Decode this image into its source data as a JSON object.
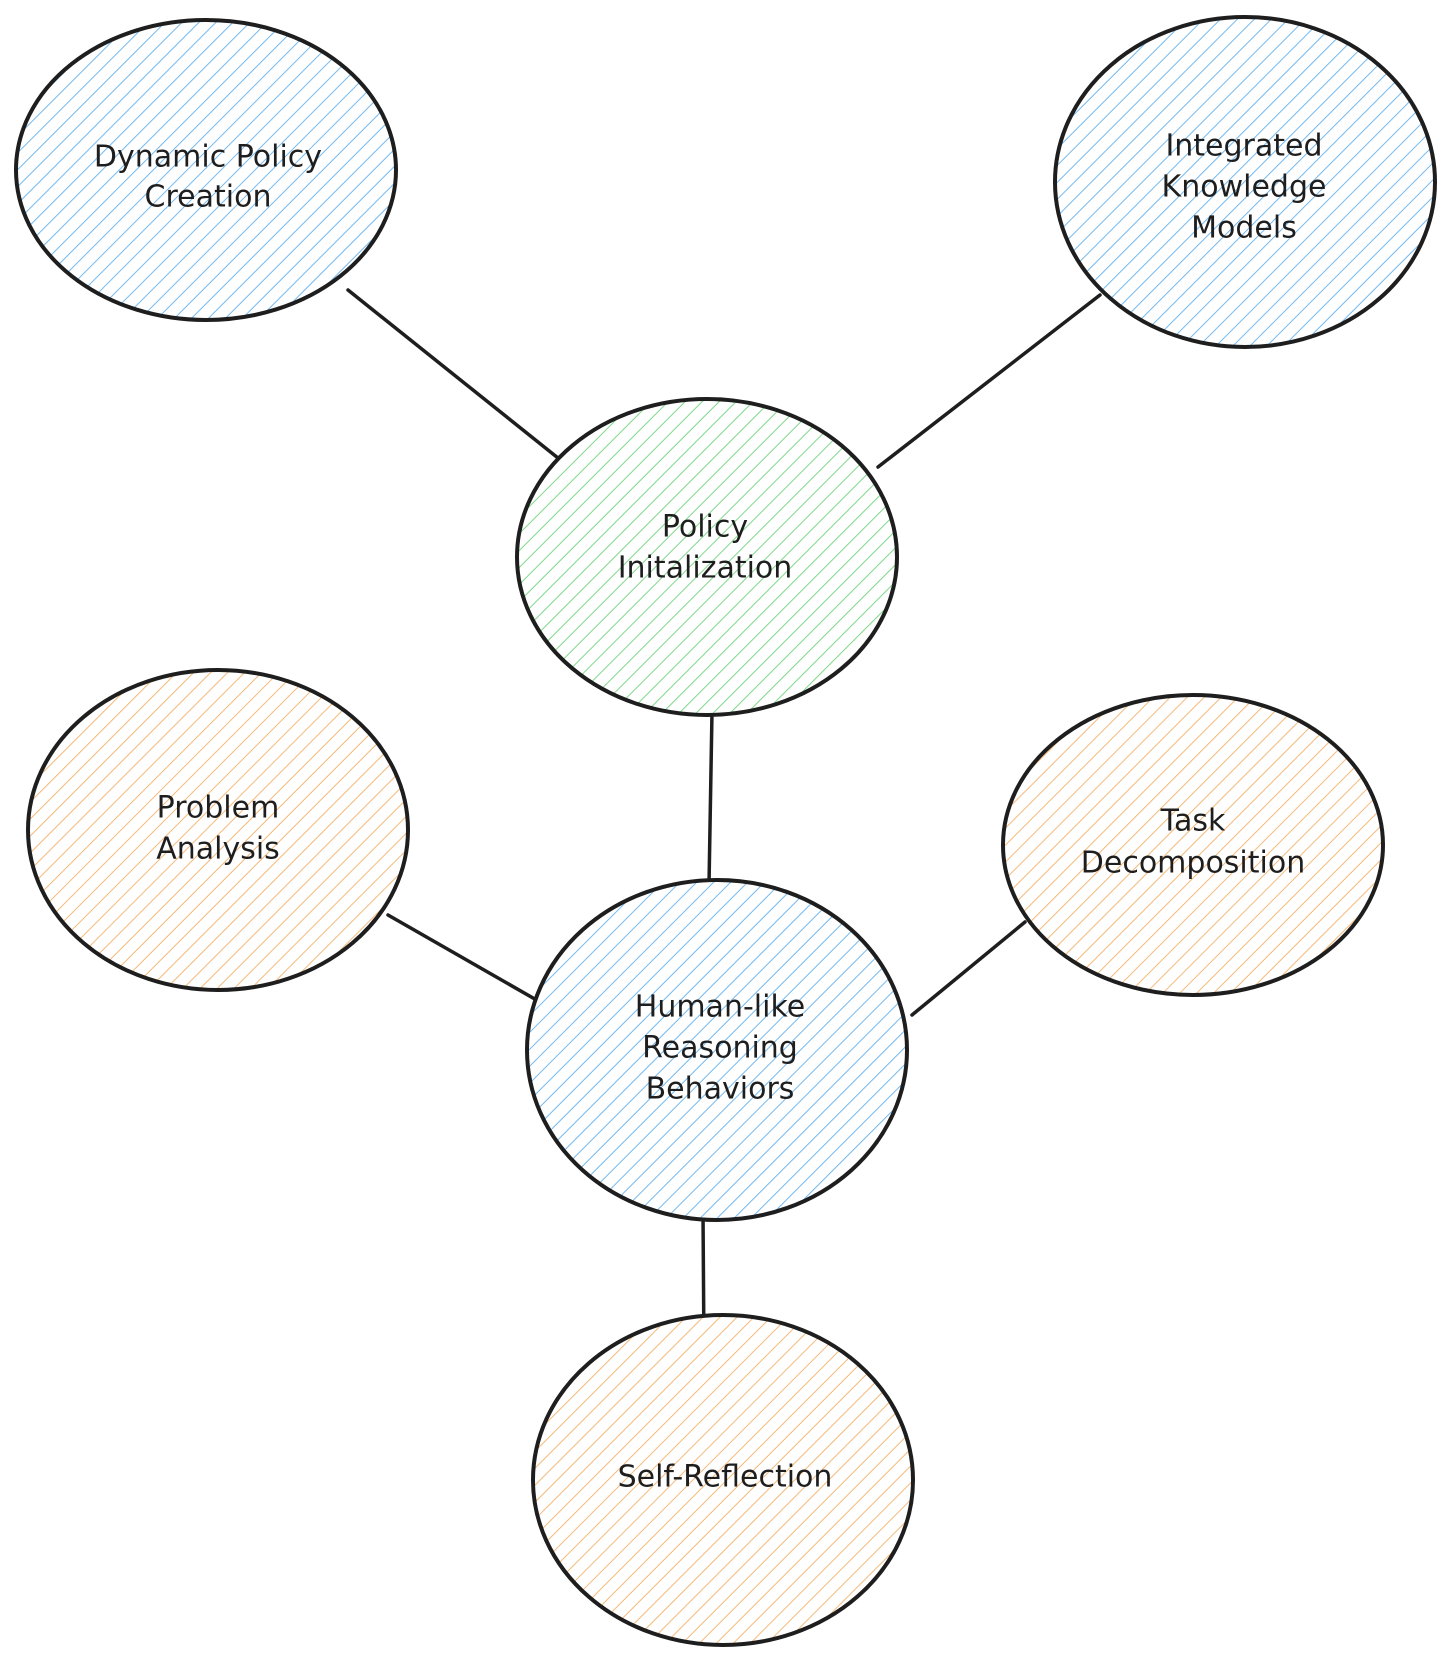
{
  "colors": {
    "blue": "#a5d8ff",
    "blue_hatch": "#74b9ef",
    "green": "#b2f2bb",
    "green_hatch": "#7fd88a",
    "orange": "#ffd8a8",
    "orange_hatch": "#f5b97a",
    "stroke": "#1e1e1e"
  },
  "nodes": [
    {
      "id": "dynamic-policy-creation",
      "lines": [
        "Dynamic Policy",
        "Creation"
      ],
      "color": "blue"
    },
    {
      "id": "integrated-knowledge-models",
      "lines": [
        "Integrated",
        "Knowledge",
        "Models"
      ],
      "color": "blue"
    },
    {
      "id": "policy-initalization",
      "lines": [
        "Policy",
        "Initalization"
      ],
      "color": "green"
    },
    {
      "id": "problem-analysis",
      "lines": [
        "Problem",
        "Analysis"
      ],
      "color": "orange"
    },
    {
      "id": "task-decomposition",
      "lines": [
        "Task",
        "Decomposition"
      ],
      "color": "orange"
    },
    {
      "id": "human-like-reasoning-behaviors",
      "lines": [
        "Human-like",
        "Reasoning",
        "Behaviors"
      ],
      "color": "blue"
    },
    {
      "id": "self-reflection",
      "lines": [
        "Self-Reflection"
      ],
      "color": "orange"
    }
  ],
  "edges": [
    {
      "from": "dynamic-policy-creation",
      "to": "policy-initalization"
    },
    {
      "from": "integrated-knowledge-models",
      "to": "policy-initalization"
    },
    {
      "from": "policy-initalization",
      "to": "human-like-reasoning-behaviors"
    },
    {
      "from": "problem-analysis",
      "to": "human-like-reasoning-behaviors"
    },
    {
      "from": "task-decomposition",
      "to": "human-like-reasoning-behaviors"
    },
    {
      "from": "human-like-reasoning-behaviors",
      "to": "self-reflection"
    }
  ]
}
